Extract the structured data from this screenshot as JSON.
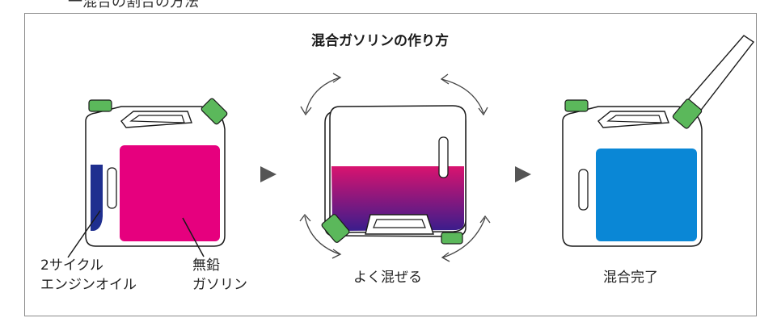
{
  "header_fragment": "一混合の割合の方法",
  "title": "混合ガソリンの作り方",
  "labels": {
    "oil_line1": "2サイクル",
    "oil_line2": "エンジンオイル",
    "gas_line1": "無鉛",
    "gas_line2": "ガソリン",
    "shake": "よく混ぜる",
    "done": "混合完了"
  },
  "colors": {
    "oil": "#1f2f8f",
    "gasoline": "#e6007e",
    "mixed_top": "#d9136f",
    "mixed_bottom": "#3a1d8c",
    "finished": "#0a87d6",
    "cap": "#5bb85b",
    "arrow": "#555555"
  },
  "icons": [
    "jerry-can-icon",
    "play-arrow-icon",
    "rotate-arrow-icon",
    "spout-icon"
  ]
}
